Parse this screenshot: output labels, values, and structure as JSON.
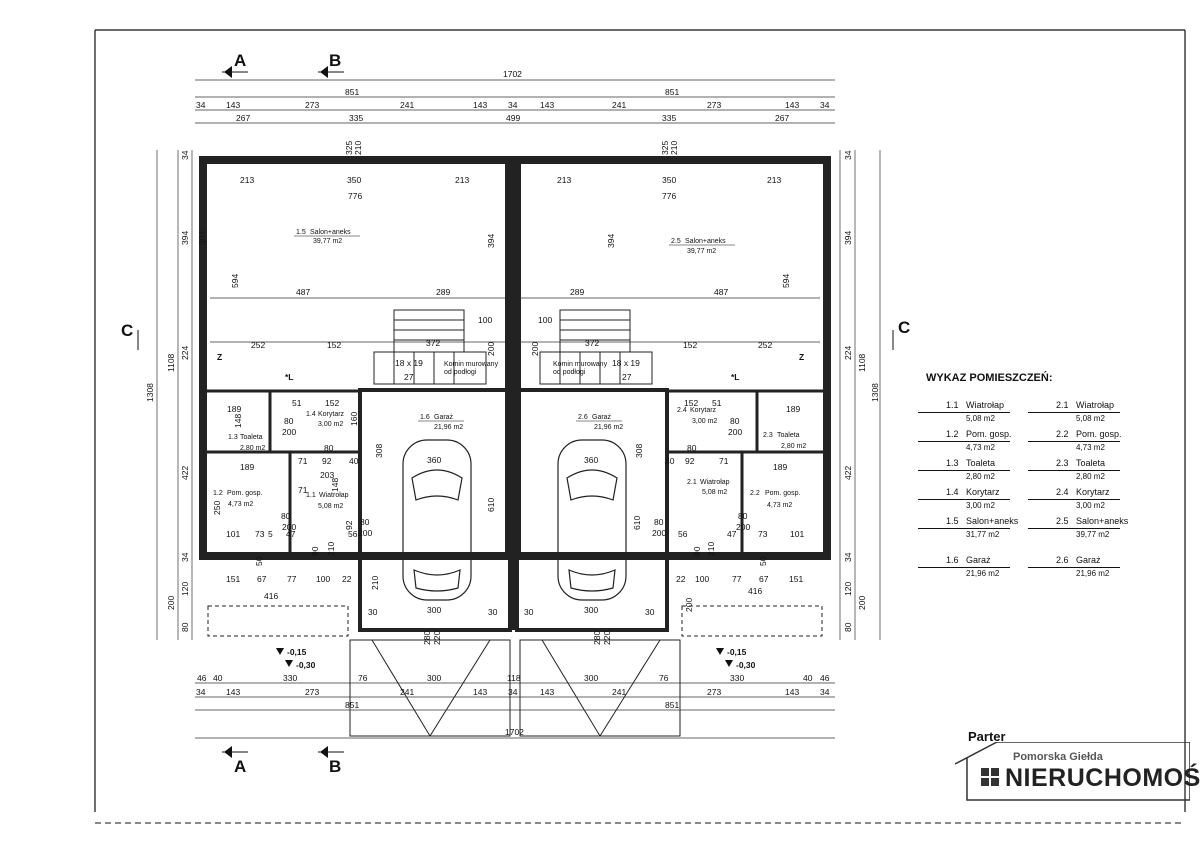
{
  "plan": {
    "section_markers": {
      "a": "A",
      "b": "B",
      "c": "C"
    },
    "top_dims": {
      "total": "1702",
      "halves": [
        "851",
        "851"
      ],
      "row3": [
        "34",
        "143",
        "273",
        "241",
        "143",
        "34",
        "143",
        "241",
        "273",
        "143",
        "34"
      ],
      "row4": [
        "267",
        "335",
        "499",
        "335",
        "267"
      ],
      "window": [
        "325",
        "210"
      ]
    },
    "left_dims": {
      "total": "1308",
      "mid": "1108",
      "segments": [
        "34",
        "394",
        "224",
        "422",
        "34",
        "120",
        "200",
        "80"
      ],
      "rows": [
        "594",
        "308",
        "610"
      ]
    },
    "interior_dims": {
      "d213": "213",
      "d350": "350",
      "d776": "776",
      "d394": "394",
      "d487": "487",
      "d289": "289",
      "d252": "252",
      "d152": "152",
      "d372": "372",
      "d100": "100",
      "d200": "200",
      "d51": "51",
      "d189": "189",
      "d148": "148",
      "d80": "80",
      "d160": "160",
      "d71": "71",
      "d92": "92",
      "d40": "40",
      "d203": "203",
      "d360": "360",
      "d250": "250",
      "d101": "101",
      "d73": "73",
      "d47": "47",
      "d56": "56",
      "d50": "50",
      "d90": "90",
      "d210": "210",
      "d151": "151",
      "d67": "67",
      "d77": "77",
      "d22": "22",
      "d416": "416",
      "d300": "300",
      "d30": "30",
      "d280": "280",
      "d220": "220",
      "d5": "5"
    },
    "stairs": {
      "label": "18 x 19",
      "sub": "27",
      "chimney": "Komin murowany",
      "chimney2": "od podłogi"
    },
    "symbols": {
      "z": "Z",
      "l": "*L"
    },
    "levels": [
      "-0,15",
      "-0,30"
    ],
    "bottom_dims": {
      "row1": [
        "46",
        "40",
        "330",
        "76",
        "300",
        "118",
        "300",
        "76",
        "330",
        "40",
        "46"
      ],
      "row2": [
        "34",
        "143",
        "273",
        "241",
        "143",
        "34",
        "143",
        "241",
        "273",
        "143",
        "34"
      ],
      "halves": [
        "851",
        "851"
      ],
      "total": "1702"
    },
    "rooms_left": [
      {
        "num": "1.5",
        "name": "Salon+aneks",
        "area": "39,77 m2"
      },
      {
        "num": "1.6",
        "name": "Garaż",
        "area": "21,96 m2"
      },
      {
        "num": "1.4",
        "name": "Korytarz",
        "area": "3,00 m2"
      },
      {
        "num": "1.3",
        "name": "Toaleta",
        "area": "2,80 m2"
      },
      {
        "num": "1.2",
        "name": "Pom. gosp.",
        "area": "4,73 m2"
      },
      {
        "num": "1.1",
        "name": "Wiatrołap",
        "area": "5,08 m2"
      }
    ],
    "rooms_right": [
      {
        "num": "2.5",
        "name": "Salon+aneks",
        "area": "39,77 m2"
      },
      {
        "num": "2.6",
        "name": "Garaż",
        "area": "21,96 m2"
      },
      {
        "num": "2.4",
        "name": "Korytarz",
        "area": "3,00 m2"
      },
      {
        "num": "2.3",
        "name": "Toaleta",
        "area": "2,80 m2"
      },
      {
        "num": "2.2",
        "name": "Pom. gosp.",
        "area": "4,73 m2"
      },
      {
        "num": "2.1",
        "name": "Wiatrołap",
        "area": "5,08 m2"
      }
    ]
  },
  "legend": {
    "title": "WYKAZ POMIESZCZEŃ:",
    "left": [
      {
        "num": "1.1",
        "name": "Wiatrołap",
        "area": "5,08 m2"
      },
      {
        "num": "1.2",
        "name": "Pom. gosp.",
        "area": "4,73 m2"
      },
      {
        "num": "1.3",
        "name": "Toaleta",
        "area": "2,80 m2"
      },
      {
        "num": "1.4",
        "name": "Korytarz",
        "area": "3,00 m2"
      },
      {
        "num": "1.5",
        "name": "Salon+aneks",
        "area": "31,77 m2"
      },
      {
        "num": "1.6",
        "name": "Garaż",
        "area": "21,96 m2"
      }
    ],
    "right": [
      {
        "num": "2.1",
        "name": "Wiatrołap",
        "area": "5,08 m2"
      },
      {
        "num": "2.2",
        "name": "Pom. gosp.",
        "area": "4,73 m2"
      },
      {
        "num": "2.3",
        "name": "Toaleta",
        "area": "2,80 m2"
      },
      {
        "num": "2.4",
        "name": "Korytarz",
        "area": "3,00 m2"
      },
      {
        "num": "2.5",
        "name": "Salon+aneks",
        "area": "39,77 m2"
      },
      {
        "num": "2.6",
        "name": "Garaż",
        "area": "21,96 m2"
      }
    ]
  },
  "floor_label": "Parter",
  "logo": {
    "top": "Pomorska Giełda",
    "main": "NIERUCHOMOŚCI"
  }
}
